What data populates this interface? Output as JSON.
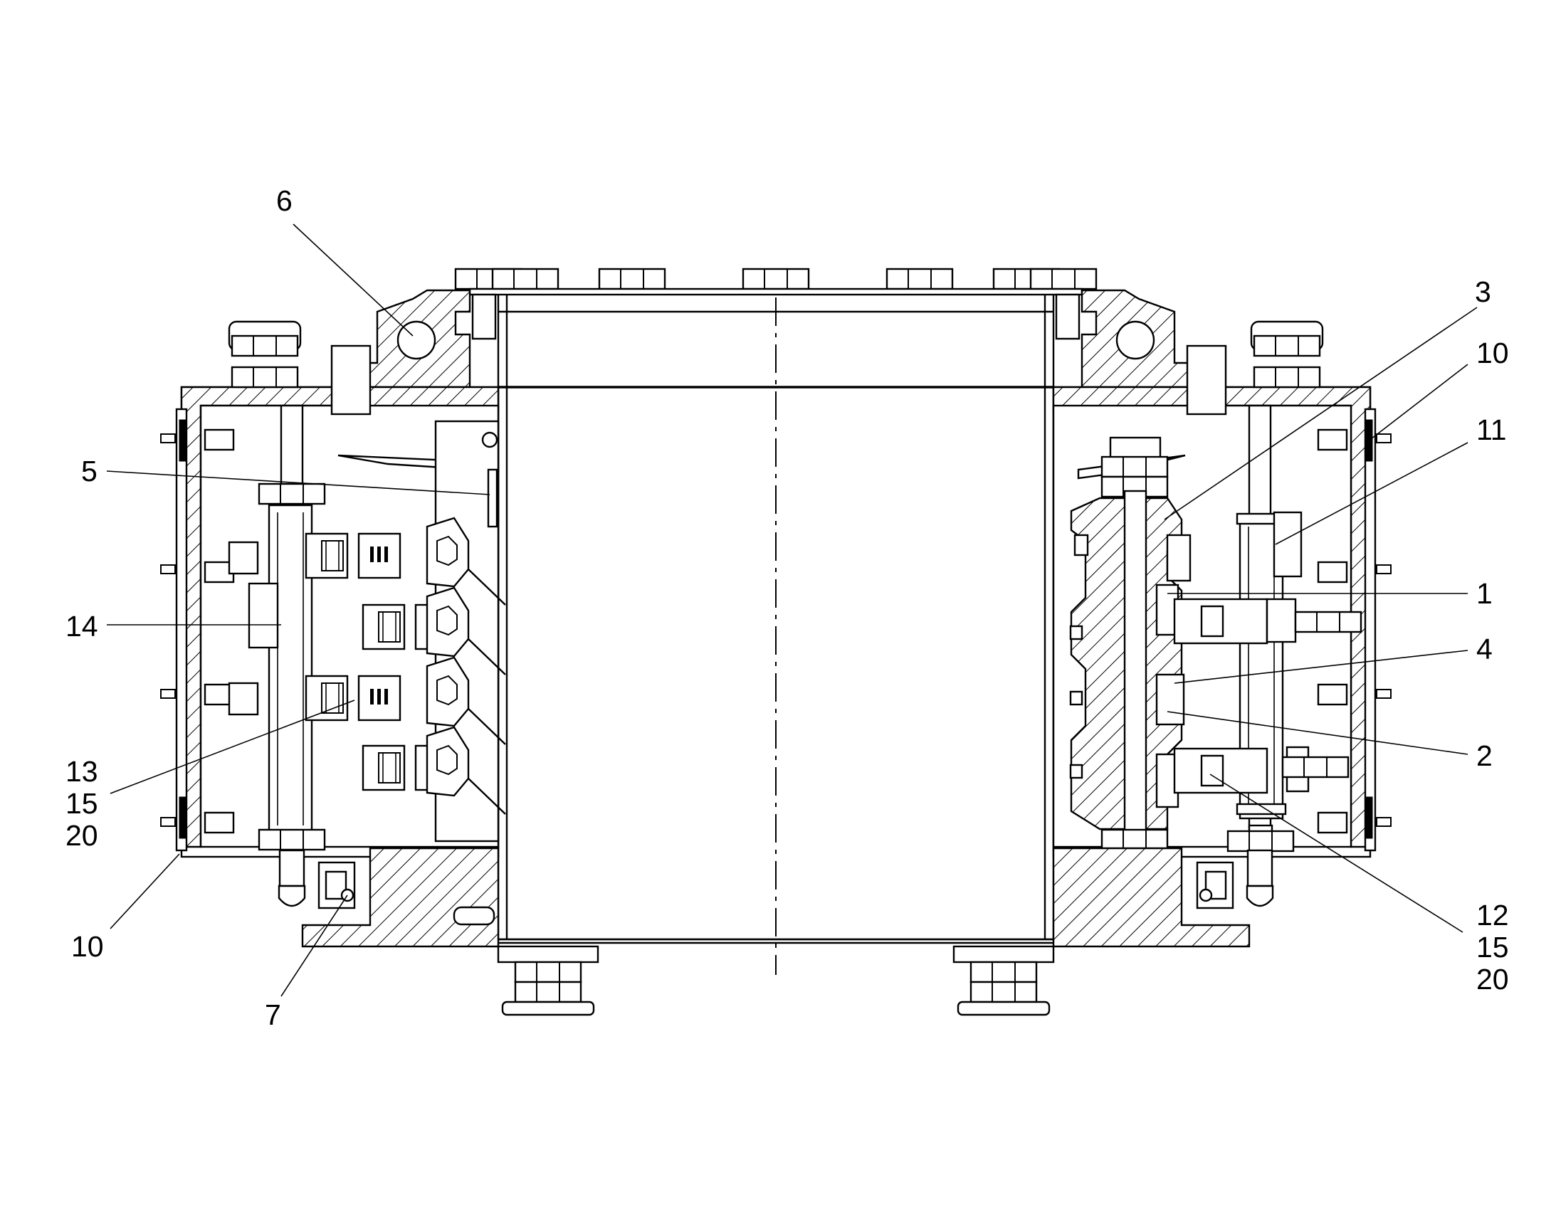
{
  "callouts": {
    "c6": "6",
    "c5": "5",
    "c14": "14",
    "c13": "13",
    "c15a": "15",
    "c20a": "20",
    "c10a": "10",
    "c7": "7",
    "c3": "3",
    "c10b": "10",
    "c11": "11",
    "c1": "1",
    "c4": "4",
    "c2": "2",
    "c12": "12",
    "c15b": "15",
    "c20b": "20"
  }
}
